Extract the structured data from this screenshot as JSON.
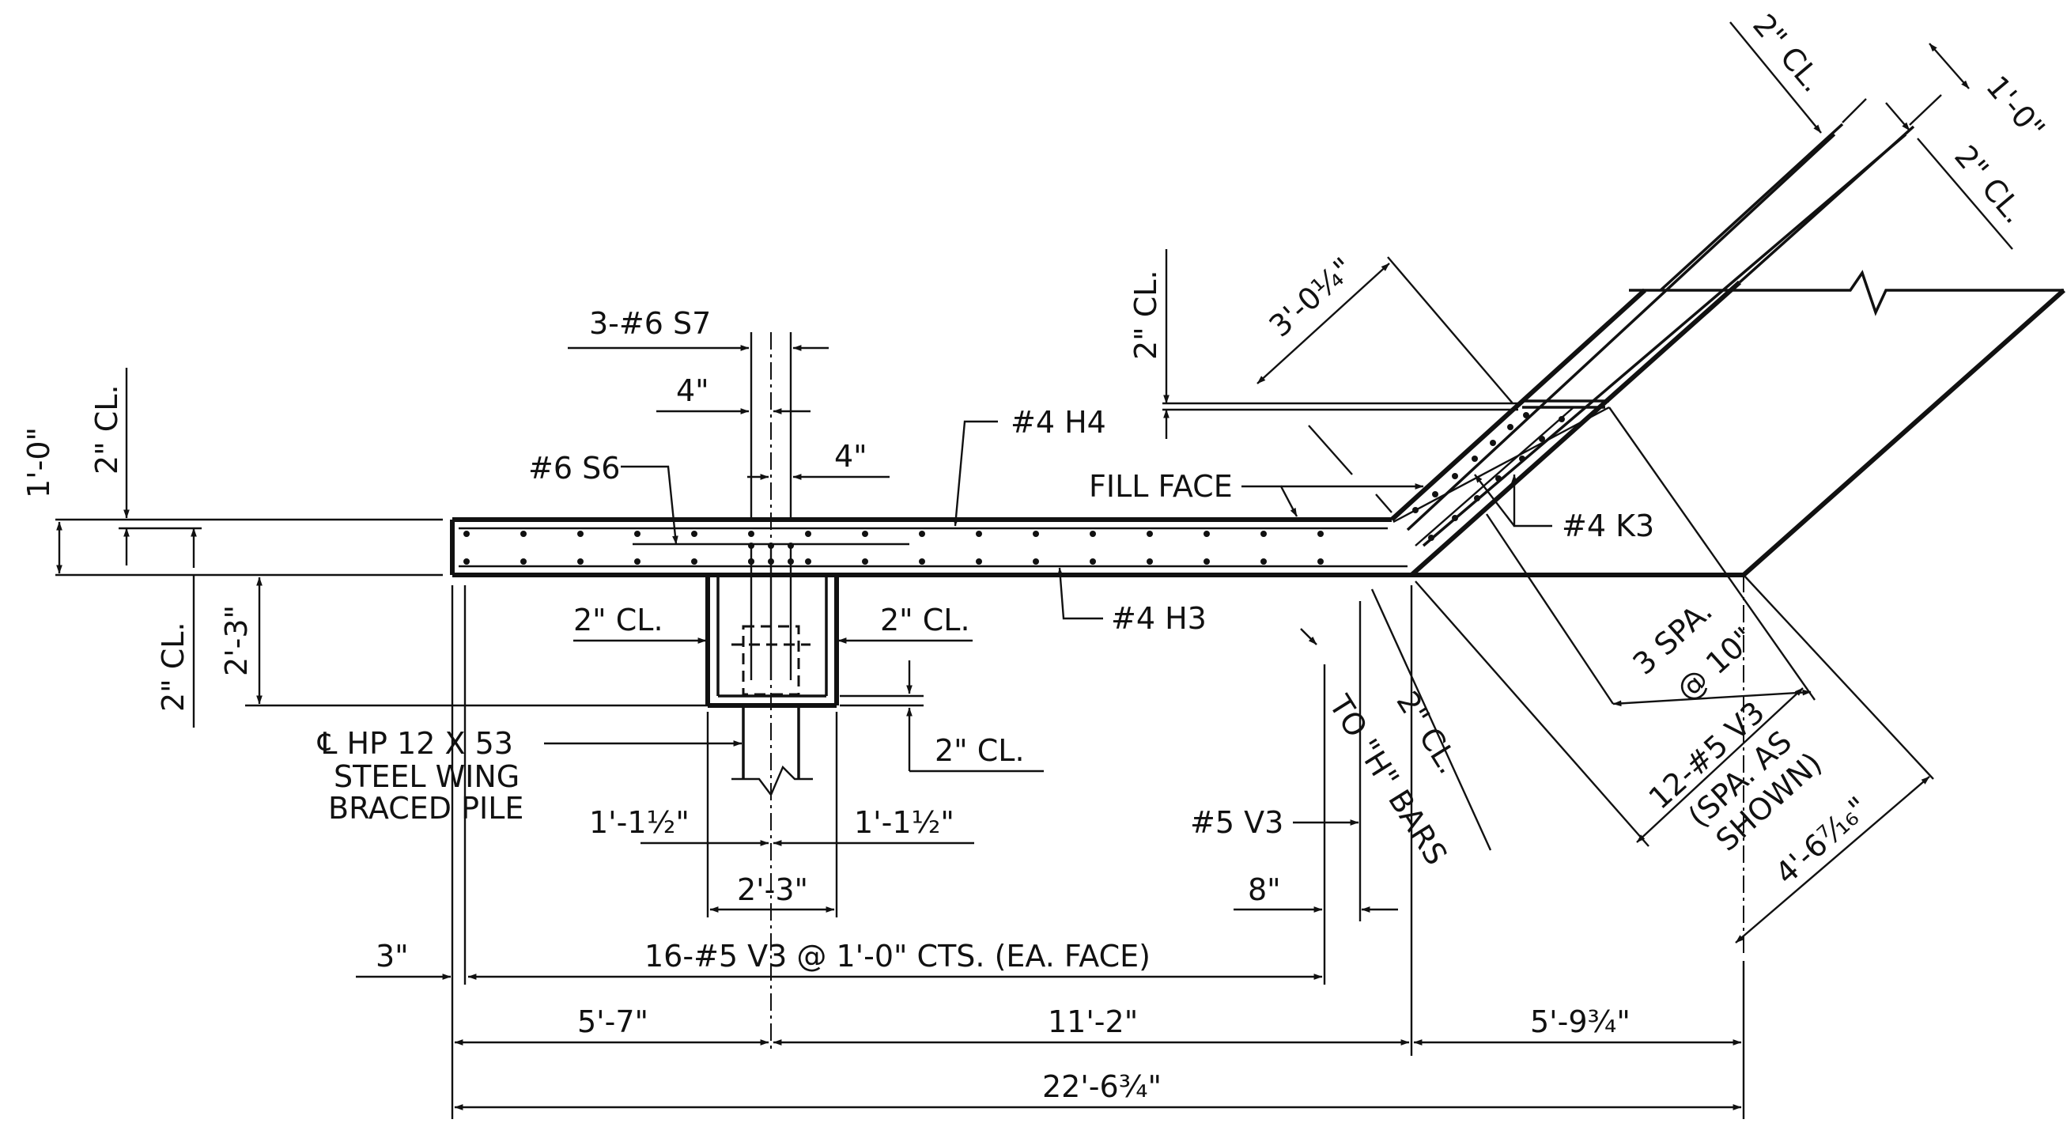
{
  "labels": {
    "cl_2_a": "2\" CL.",
    "cl_2_b": "2\" CL.",
    "dim_1_0_right": "1'-0\"",
    "cl_2_c": "2\" CL.",
    "bar_3_6_s7": "3-#6 S7",
    "dim_4_a": "4\"",
    "dim_4_b": "4\"",
    "bar_6_s6": "#6 S6",
    "bar_4_h4": "#4 H4",
    "fill_face": "FILL FACE",
    "bar_4_k3": "#4 K3",
    "dim_3_0_14": "3'-0¼\"",
    "dim_1_0_left": "1'-0\"",
    "cl_2_d": "2\" CL.",
    "cl_2_e": "2\" CL.",
    "dim_2_3_vert": "2'-3\"",
    "cl_2_f": "2\" CL.",
    "cl_2_g": "2\" CL.",
    "bar_4_h3": "#4 H3",
    "cl_2_h": "2\" CL.",
    "pile_line1": "℄ HP 12  X 53",
    "pile_line2": "STEEL WING",
    "pile_line3": "BRACED PILE",
    "dim_1_1_12_a": "1'-1½\"",
    "dim_1_1_12_b": "1'-1½\"",
    "dim_2_3_horiz": "2'-3\"",
    "bar_5_v3": "#5 V3",
    "dim_8": "8\"",
    "to_h_bars": "TO \"H\" BARS",
    "cl_2_diag": "2\" CL.",
    "spa_3_a": "3 SPA.",
    "spa_3_b": "@ 10\"",
    "v3_12_a": "12-#5 V3",
    "v3_12_b": "(SPA. AS",
    "v3_12_c": "SHOWN)",
    "dim_4_6_716": "4'-6⁷⁄₁₆\"",
    "dim_3": "3\"",
    "v3_16": "16-#5 V3 @ 1'-0\" CTS. (EA. FACE)",
    "dim_5_7": "5'-7\"",
    "dim_11_2": "11'-2\"",
    "dim_5_9_34": "5'-9¾\"",
    "dim_22_6_34": "22'-6¾\""
  }
}
